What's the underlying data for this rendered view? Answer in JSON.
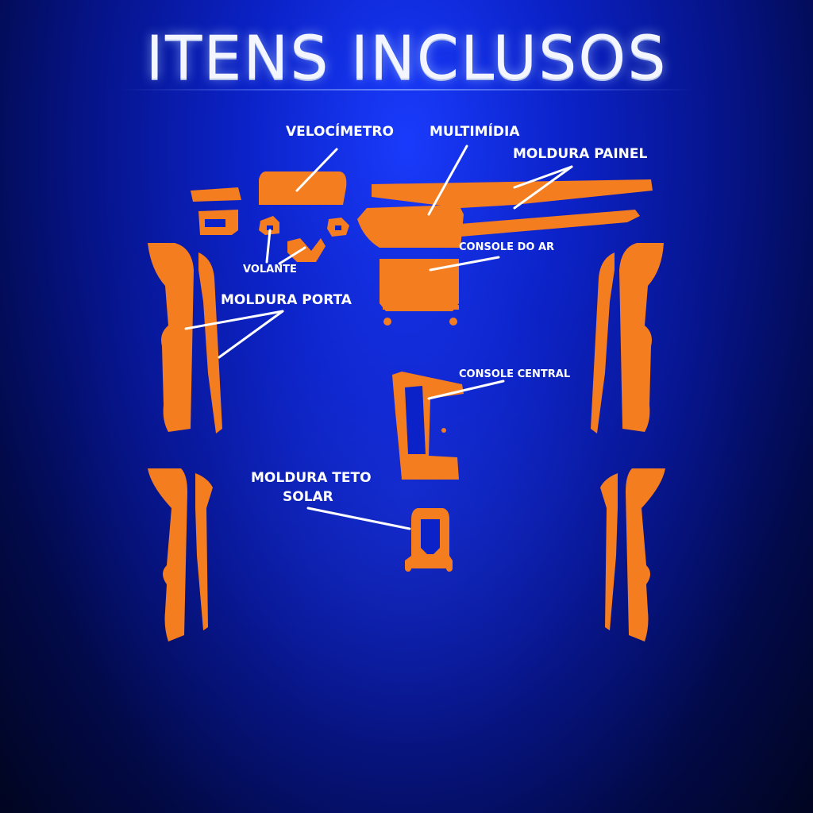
{
  "title": "ITENS INCLUSOS",
  "colors": {
    "piece": "#f47d20",
    "background": "#0b22c8",
    "leader_line": "#ffffff",
    "text": "#ffffff"
  },
  "labels": {
    "velocimetro": "VELOCÍMETRO",
    "multimidia": "MULTIMÍDIA",
    "moldura_painel": "MOLDURA PAINEL",
    "console_do_ar": "CONSOLE DO AR",
    "volante": "VOLANTE",
    "moldura_porta": "MOLDURA PORTA",
    "console_central": "CONSOLE CENTRAL",
    "moldura_teto_solar_line1": "MOLDURA TETO",
    "moldura_teto_solar_line2": "SOLAR"
  }
}
